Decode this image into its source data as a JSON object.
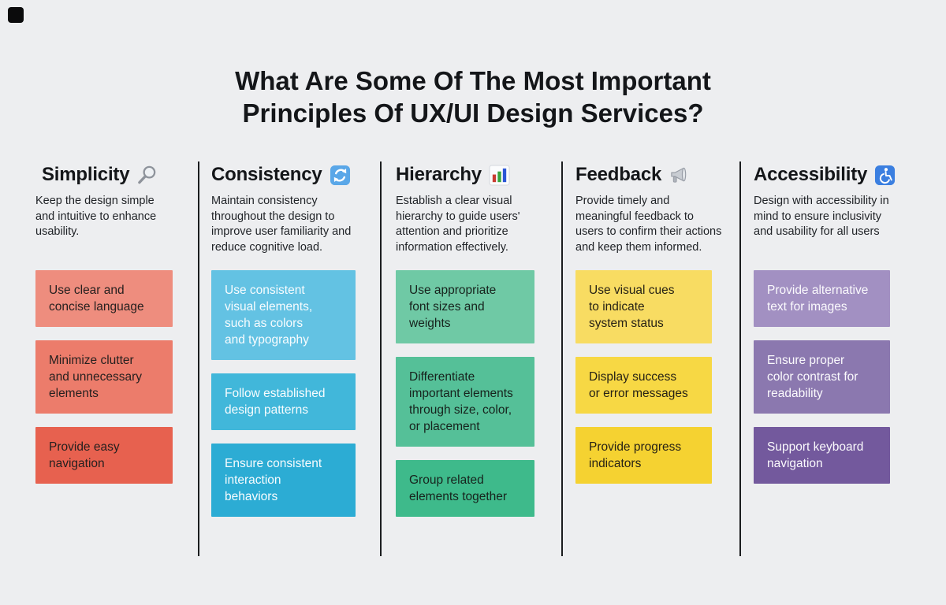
{
  "title": "What Are Some Of The Most Important\nPrinciples Of UX/UI Design Services?",
  "colors": {
    "background": "#edeef0",
    "divider": "#1b1d1f",
    "title_text": "#141619"
  },
  "columns": [
    {
      "heading": "Simplicity",
      "icon": "magnifier-icon",
      "description": "Keep the design simple\nand intuitive to enhance\nusability.",
      "cards": [
        {
          "text": "Use clear and\nconcise language",
          "bg": "#ee8d7e",
          "fg": "#26201f"
        },
        {
          "text": "Minimize clutter\nand unnecessary\nelements",
          "bg": "#ec7c6b",
          "fg": "#26201f"
        },
        {
          "text": "Provide easy\nnavigation",
          "bg": "#e7614f",
          "fg": "#26201f"
        }
      ]
    },
    {
      "heading": "Consistency",
      "icon": "refresh-icon",
      "description": "Maintain consistency\nthroughout the design to\nimprove user familiarity and\nreduce cognitive load.",
      "cards": [
        {
          "text": "Use consistent\nvisual elements,\nsuch as colors\nand typography",
          "bg": "#63c2e3",
          "fg": "#f8fcfe"
        },
        {
          "text": "Follow established\ndesign patterns",
          "bg": "#41b7da",
          "fg": "#f8fcfe"
        },
        {
          "text": "Ensure consistent\ninteraction\nbehaviors",
          "bg": "#2cacd4",
          "fg": "#f8fcfe"
        }
      ]
    },
    {
      "heading": "Hierarchy",
      "icon": "bar-chart-icon",
      "description": "Establish a clear visual\nhierarchy to guide users'\nattention and prioritize\ninformation effectively.",
      "cards": [
        {
          "text": "Use appropriate\nfont sizes and\nweights",
          "bg": "#6fc9a5",
          "fg": "#17231d"
        },
        {
          "text": "Differentiate\nimportant elements\nthrough size, color,\nor placement",
          "bg": "#55c098",
          "fg": "#17231d"
        },
        {
          "text": "Group related\nelements together",
          "bg": "#3eba8b",
          "fg": "#17231d"
        }
      ]
    },
    {
      "heading": "Feedback",
      "icon": "megaphone-icon",
      "description": "Provide timely and\nmeaningful feedback to\nusers to confirm their actions\nand keep them informed.",
      "cards": [
        {
          "text": "Use visual cues\nto indicate\nsystem status",
          "bg": "#f8dc62",
          "fg": "#272215"
        },
        {
          "text": "Display success\nor error messages",
          "bg": "#f7d844",
          "fg": "#272215"
        },
        {
          "text": "Provide progress\nindicators",
          "bg": "#f5d231",
          "fg": "#272215"
        }
      ]
    },
    {
      "heading": "Accessibility",
      "icon": "wheelchair-icon",
      "description": "Design with accessibility in\nmind to ensure inclusivity\nand usability for all users",
      "cards": [
        {
          "text": "Provide alternative\ntext for images",
          "bg": "#a290c2",
          "fg": "#fbfafd"
        },
        {
          "text": "Ensure proper\ncolor contrast for\nreadability",
          "bg": "#8b78af",
          "fg": "#fbfafd"
        },
        {
          "text": "Support keyboard\nnavigation",
          "bg": "#73599d",
          "fg": "#fbfafd"
        }
      ]
    }
  ]
}
